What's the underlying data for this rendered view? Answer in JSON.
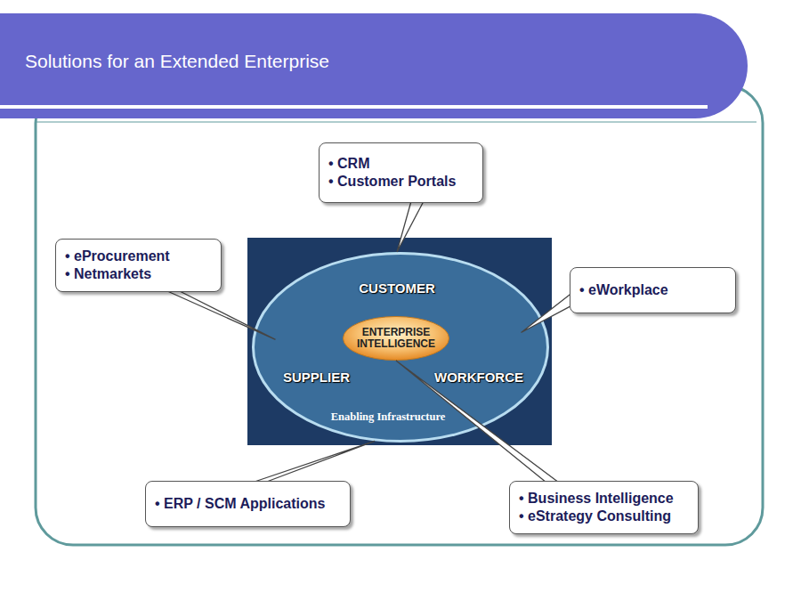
{
  "diagram": {
    "title": "Solutions for an Extended Enterprise",
    "nodes": [
      {
        "text": [
          "• CRM",
          "• Customer Portals"
        ]
      },
      {
        "text": [
          "• eProcurement",
          "• Netmarkets"
        ]
      },
      {
        "text": [
          "Enabling Infrastructure"
        ]
      },
      {
        "text": [
          "CUSTOMER"
        ],
        "in": 2
      },
      {
        "text": [
          "ENTERPRISE INTELLIGENCE"
        ],
        "in": 2
      },
      {
        "text": [
          "SUPPLIER"
        ],
        "in": 2
      },
      {
        "text": [
          "WORKFORCE"
        ],
        "in": 2
      },
      {
        "text": [
          "• eWorkplace"
        ]
      },
      {
        "text": [
          "• ERP / SCM Applications"
        ]
      },
      {
        "text": [
          "• Business Intelligence",
          "• eStrategy Consulting"
        ]
      }
    ],
    "edges": [
      {
        "from": 0,
        "to": 3,
        "arrow": "none"
      },
      {
        "from": 1,
        "to": 5,
        "arrow": "none"
      },
      {
        "from": 7,
        "to": 6,
        "arrow": "none"
      },
      {
        "from": 8,
        "to": 2,
        "arrow": "none"
      },
      {
        "from": 9,
        "to": 4,
        "arrow": "none"
      }
    ]
  }
}
